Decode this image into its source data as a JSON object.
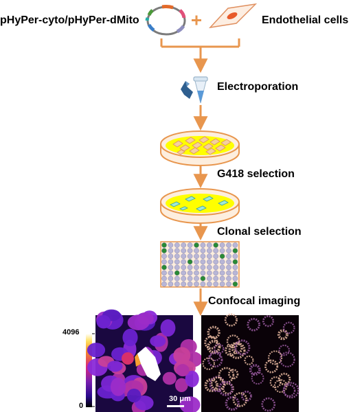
{
  "top": {
    "plasmid_label": "pHyPer-cyto/pHyPer-dMito",
    "plus": "+",
    "cells_label": "Endothelial cells"
  },
  "steps": {
    "electroporation": "Electroporation",
    "g418": "G418 selection",
    "clonal": "Clonal selection",
    "confocal": "Confocal imaging"
  },
  "colorbar": {
    "max": "4096",
    "min": "0"
  },
  "scalebar": {
    "label": "30 μm"
  },
  "colors": {
    "arrow": "#e8964e",
    "dish_fill": "#ffff00",
    "dish_rim": "#fdeede",
    "well": "#b8b6d6",
    "well_positive": "#2a8a34",
    "plasmid_ring": "#7b7b7b"
  }
}
